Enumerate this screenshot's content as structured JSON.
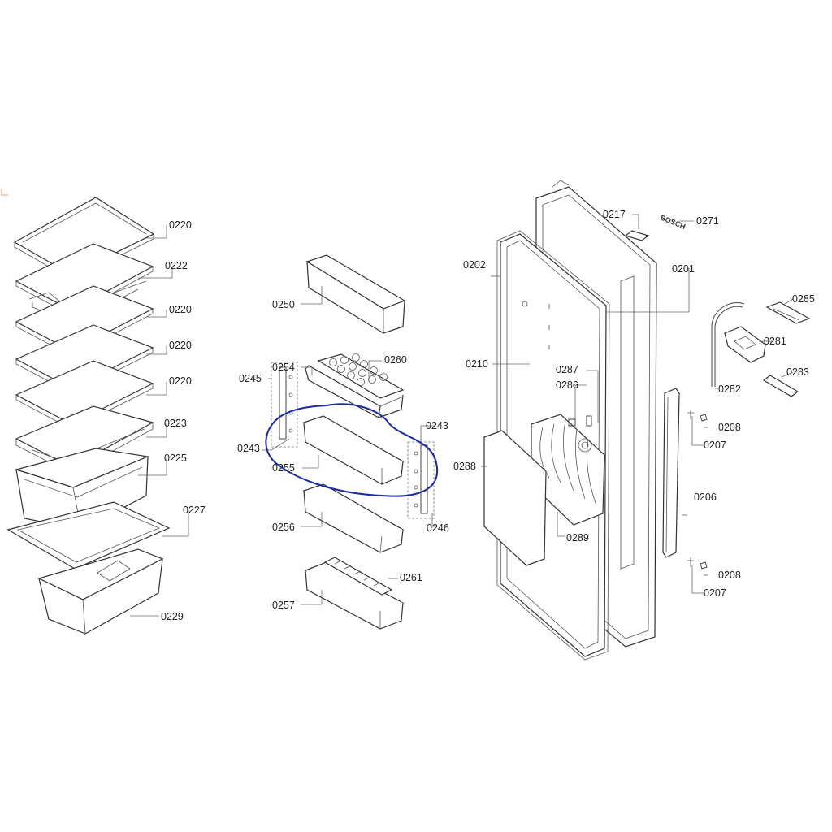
{
  "brand_mark": "BOSCH",
  "labels": {
    "p0220a": "0220",
    "p0222": "0222",
    "p0220b": "0220",
    "p0220c": "0220",
    "p0220d": "0220",
    "p0223": "0223",
    "p0225": "0225",
    "p0227": "0227",
    "p0229": "0229",
    "p0250": "0250",
    "p0254": "0254",
    "p0260": "0260",
    "p0245": "0245",
    "p0243a": "0243",
    "p0243b": "0243",
    "p0255": "0255",
    "p0246": "0246",
    "p0256": "0256",
    "p0257": "0257",
    "p0261": "0261",
    "p0217": "0217",
    "p0271": "0271",
    "p0202": "0202",
    "p0201": "0201",
    "p0210": "0210",
    "p0285": "0285",
    "p0281": "0281",
    "p0283": "0283",
    "p0282": "0282",
    "p0287": "0287",
    "p0286": "0286",
    "p0208a": "0208",
    "p0207a": "0207",
    "p0288": "0288",
    "p0206": "0206",
    "p0289": "0289",
    "p0208b": "0208",
    "p0207b": "0207"
  },
  "annotation": {
    "color": "#1a2a9a"
  }
}
